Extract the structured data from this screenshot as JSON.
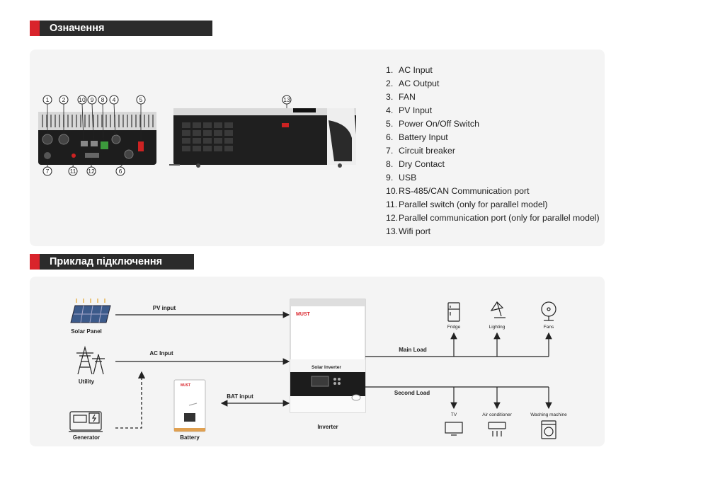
{
  "sections": {
    "definitions_title": "Означення",
    "connection_title": "Приклад підключення"
  },
  "legend": [
    {
      "num": "1.",
      "label": "AC Input"
    },
    {
      "num": "2.",
      "label": "AC Output"
    },
    {
      "num": "3.",
      "label": "FAN"
    },
    {
      "num": "4.",
      "label": "PV Input"
    },
    {
      "num": "5.",
      "label": "Power On/Off Switch"
    },
    {
      "num": "6.",
      "label": "Battery Input"
    },
    {
      "num": "7.",
      "label": "Circuit breaker"
    },
    {
      "num": "8.",
      "label": "Dry Contact"
    },
    {
      "num": "9.",
      "label": "USB"
    },
    {
      "num": "10.",
      "label": "RS-485/CAN Communication port"
    },
    {
      "num": "11.",
      "label": "Parallel switch (only for parallel model)"
    },
    {
      "num": "12.",
      "label": "Parallel communication port (only for parallel model)"
    },
    {
      "num": "13.",
      "label": "Wifi port"
    }
  ],
  "device_callouts": {
    "c1": "1",
    "c2": "2",
    "c10": "10",
    "c9": "9",
    "c8": "8",
    "c4": "4",
    "c5": "5",
    "c7": "7",
    "c11": "11",
    "c12": "12",
    "c6": "6",
    "c13": "13"
  },
  "diagram": {
    "solar_panel": "Solar Panel",
    "utility": "Utility",
    "generator": "Generator",
    "battery": "Battery",
    "inverter": "Inverter",
    "pv_input": "PV input",
    "ac_input": "AC Input",
    "bat_input": "BAT input",
    "main_load": "Main Load",
    "second_load": "Second Load",
    "fridge": "Fridge",
    "lighting": "Lighting",
    "fans": "Fans",
    "tv": "TV",
    "air_conditioner": "Air conditioner",
    "washing_machine": "Washing machine",
    "inverter_brand": "MUST",
    "inverter_model": "Solar Inverter",
    "battery_brand": "MUST"
  },
  "colors": {
    "accent": "#d9242b",
    "header_bg": "#2b2b2b",
    "panel_bg": "#f4f4f4"
  }
}
